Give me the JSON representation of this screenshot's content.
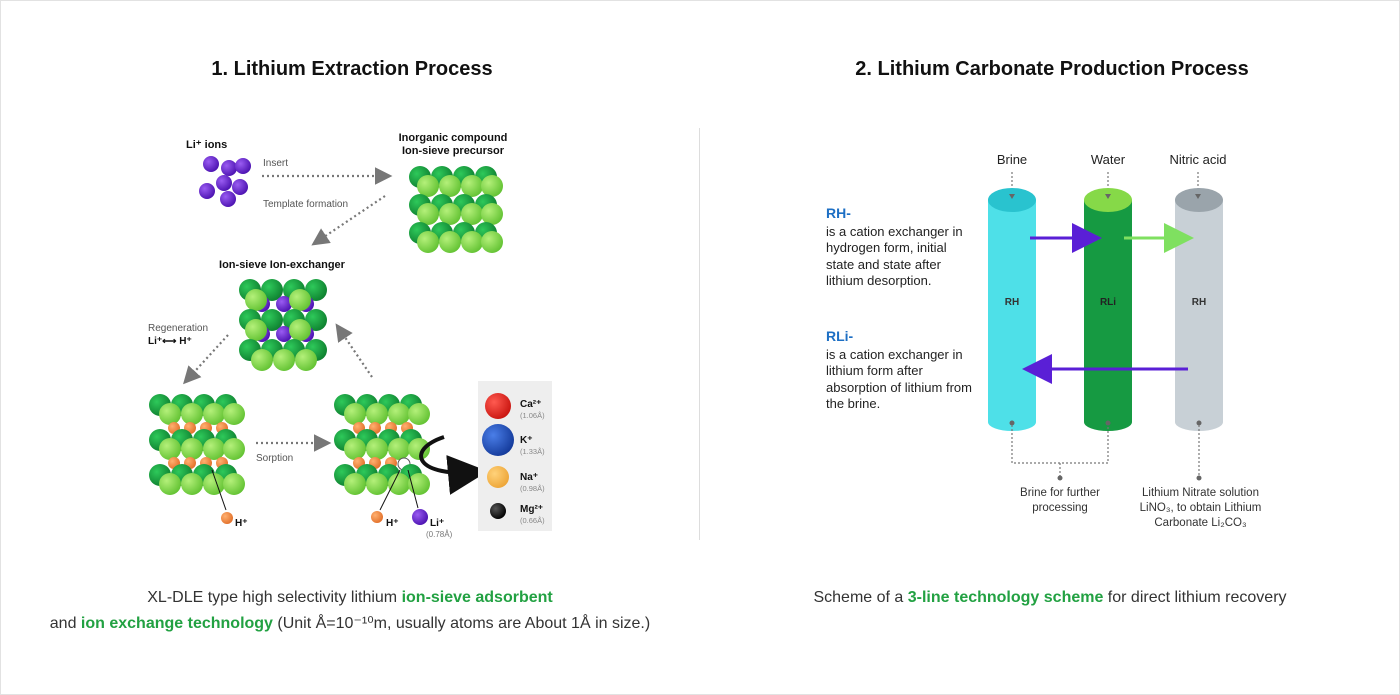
{
  "left": {
    "title": "1. Lithium Extraction Process",
    "labels": {
      "li_ions": "Li⁺ ions",
      "insert": "Insert",
      "template": "Template formation",
      "precursor_1": "Inorganic compound",
      "precursor_2": "Ion-sieve precursor",
      "exchanger": "Ion-sieve Ion-exchanger",
      "regeneration_1": "Regeneration",
      "regeneration_2": "Li⁺⟷ H⁺",
      "sorption": "Sorption",
      "h_ion": "H⁺",
      "li_ion": "Li⁺",
      "li_size": "(0.78Å)"
    },
    "legend": [
      {
        "ion": "Ca²⁺",
        "size": "(1.06Å)",
        "color": "#e8231f"
      },
      {
        "ion": "K⁺",
        "size": "(1.33Å)",
        "color": "#1e4fbd"
      },
      {
        "ion": "Na⁺",
        "size": "(0.98Å)",
        "color": "#f6b94a"
      },
      {
        "ion": "Mg²⁺",
        "size": "(0.66Å)",
        "color": "#111111"
      }
    ],
    "caption": {
      "l1_a": "XL-DLE type high selectivity lithium ",
      "l1_b": "ion-sieve adsorbent",
      "l2_a": "and ",
      "l2_b": "ion exchange technology",
      "l2_c": " (Unit Å=10⁻¹⁰m, usually atoms are About 1Å in size.)"
    }
  },
  "right": {
    "title": "2. Lithium Carbonate Production Process",
    "columns": [
      "Brine",
      "Water",
      "Nitric acid"
    ],
    "column_labels": [
      "RH",
      "RLi",
      "RH"
    ],
    "rh_term": "RH-",
    "rh_desc": "is a cation exchanger in hydrogen form, initial state and state after lithium desorption.",
    "rli_term": "RLi-",
    "rli_desc": "is a cation exchanger in lithium form after absorption of lithium from the brine.",
    "bottom_left_1": "Brine for further",
    "bottom_left_2": "processing",
    "bottom_right_1": "Lithium Nitrate solution",
    "bottom_right_2": "LiNO₃, to obtain Lithium",
    "bottom_right_3": "Carbonate Li₂CO₃",
    "caption": {
      "a": "Scheme of a ",
      "b": "3-line technology scheme",
      "c": " for direct lithium recovery"
    }
  },
  "colors": {
    "green_dark": "#159a3c",
    "green_light": "#86d948",
    "purple": "#6a22d6",
    "orange": "#f08a3c",
    "cyan": "#4ee0e8",
    "grey": "#c8d0d6",
    "accent_text": "#22a142",
    "term_blue": "#1d6fc4"
  }
}
